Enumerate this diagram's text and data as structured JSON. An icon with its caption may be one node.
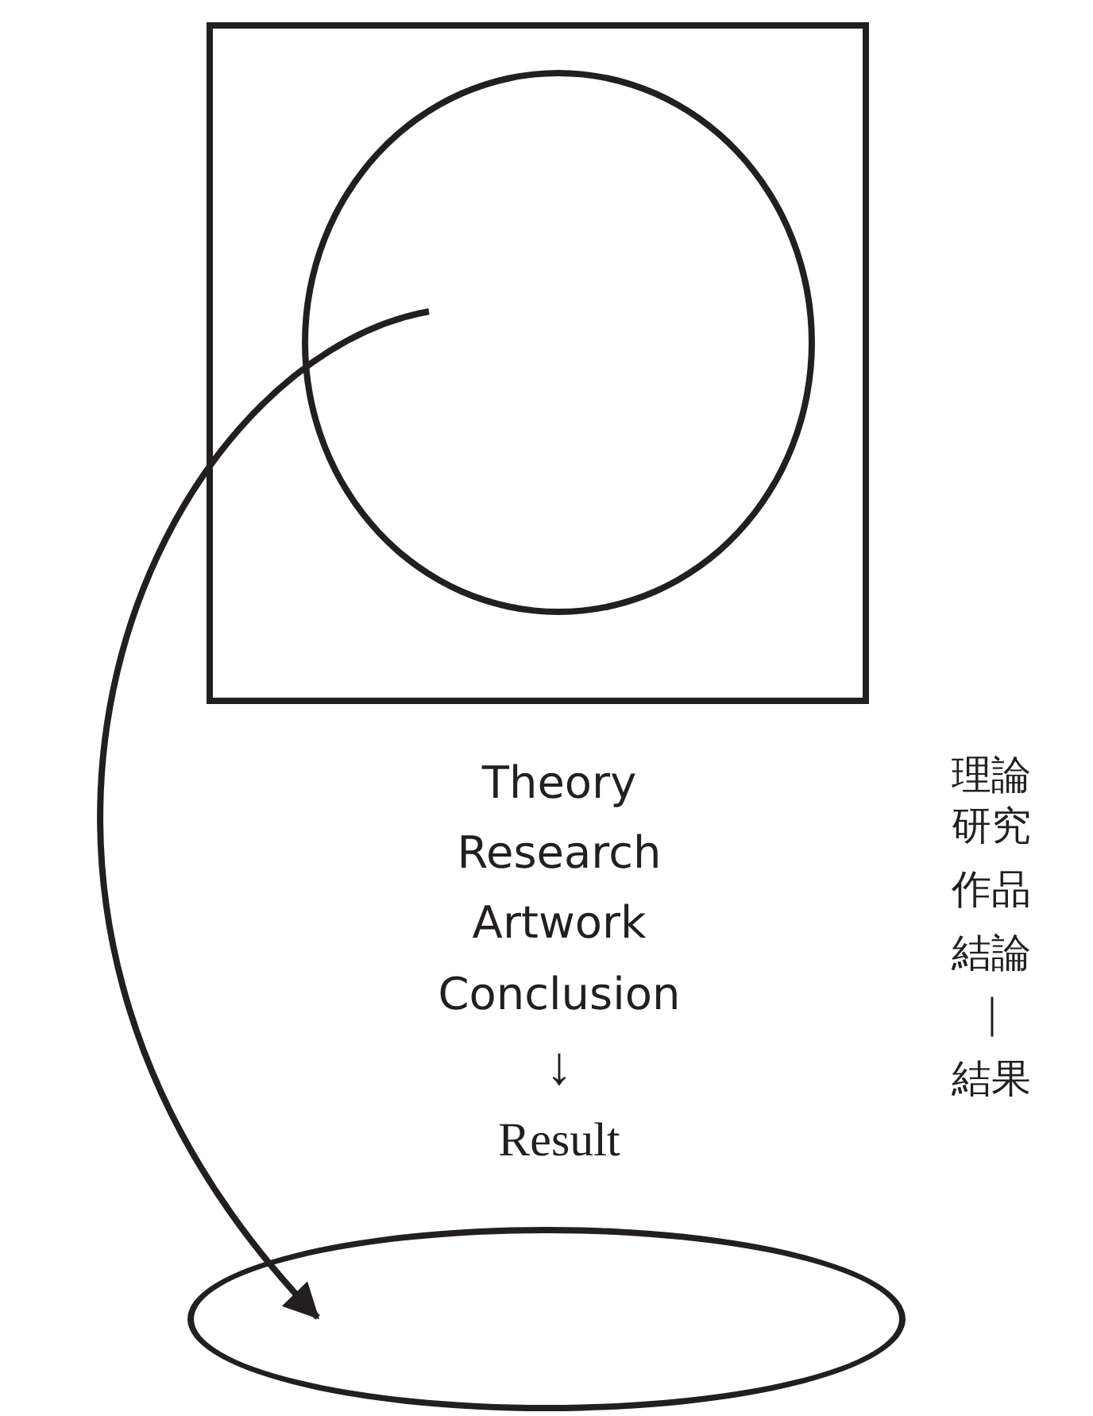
{
  "diagram": {
    "nodes": [
      {
        "text": [],
        "shape": "box"
      },
      {
        "text": [],
        "shape": "circle",
        "in": 0
      },
      {
        "text": [],
        "shape": "ellipse"
      }
    ],
    "edges": [
      {
        "from": 1,
        "to": 2,
        "arrow": "to"
      }
    ],
    "labels": [
      "Theory",
      "Research",
      "Artwork",
      "Conclusion",
      "↓",
      "Result",
      "理論",
      "研究",
      "作品",
      "結論",
      "｜",
      "結果"
    ]
  }
}
